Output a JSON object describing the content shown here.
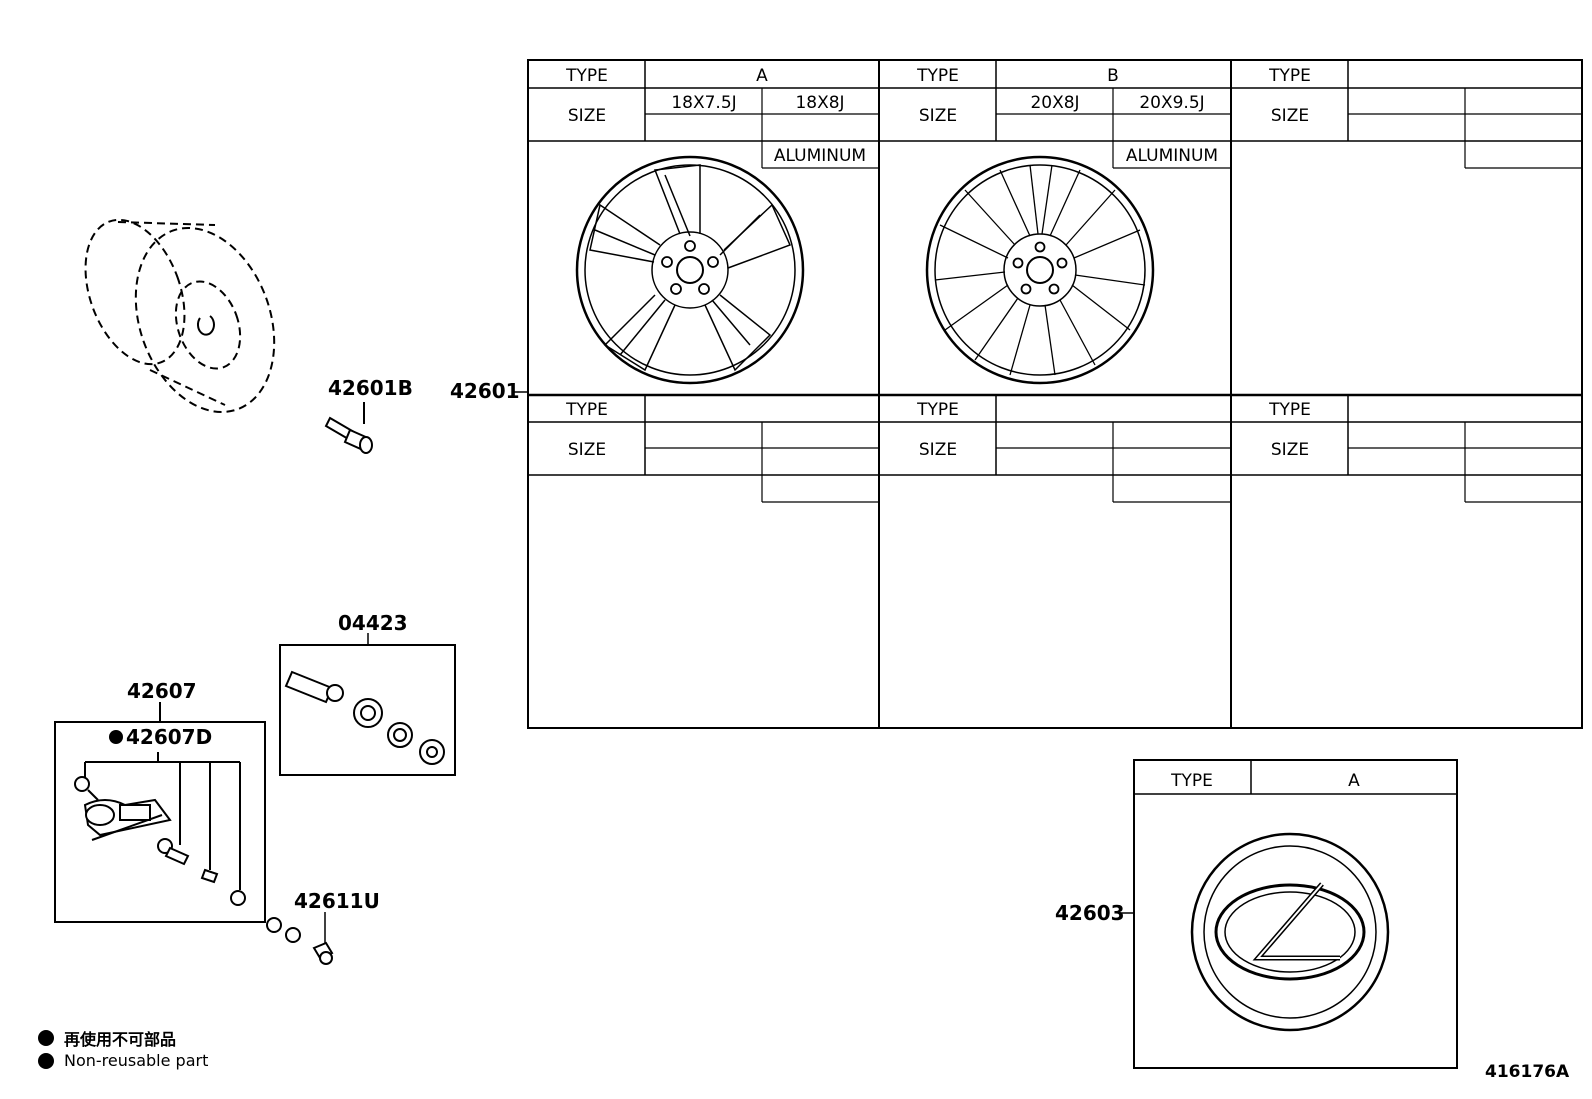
{
  "parts": {
    "p42601b": "42601B",
    "p42601": "42601",
    "p04423": "04423",
    "p42607": "42607",
    "p42607d": "42607D",
    "p42611u": "42611U",
    "p42603": "42603"
  },
  "wheel_table": {
    "type_label": "TYPE",
    "size_label": "SIZE",
    "type_a": "A",
    "type_b": "B",
    "size_a1": "18X7.5J",
    "size_a2": "18X8J",
    "size_b1": "20X8J",
    "size_b2": "20X9.5J",
    "material_a": "ALUMINUM",
    "material_b": "ALUMINUM"
  },
  "cap_table": {
    "type_label": "TYPE",
    "type_value": "A"
  },
  "legend": {
    "japanese": "再使用不可部品",
    "english": "Non-reusable part"
  },
  "figure_id": "416176A"
}
